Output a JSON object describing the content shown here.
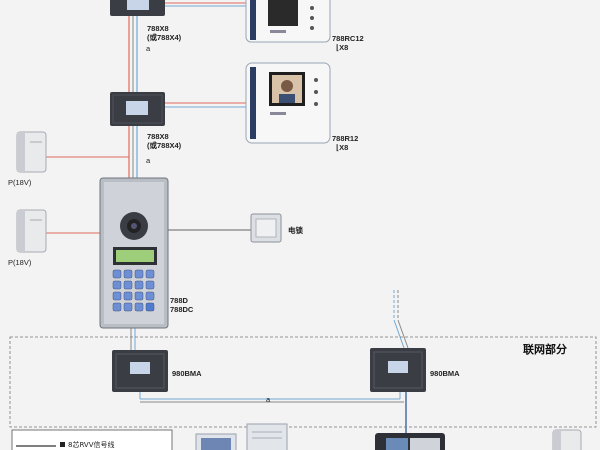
{
  "labels": {
    "riser_top": "788X8\n(或788X4)",
    "riser_mid": "788X8\n(或788X4)",
    "monitor_1": "788RC12\n  ⌊X8",
    "monitor_2": "788R12\n  ⌊X8",
    "psu_1": "P(18V)",
    "psu_2": "P(18V)",
    "lock": "电锁",
    "door_station": "788D\n788DC",
    "network_section": "联网部分",
    "net_module_left": "980BMA",
    "net_module_right": "980BMA",
    "line_mark_a": "a",
    "legend_partial": "8芯RVV信号线"
  },
  "colors": {
    "signal_line": "#e06a5c",
    "video_line": "#6fa9d6",
    "bus_line": "#8a8a8a",
    "module_dark": "#3a3e44",
    "screen": "#c8d4e8"
  }
}
